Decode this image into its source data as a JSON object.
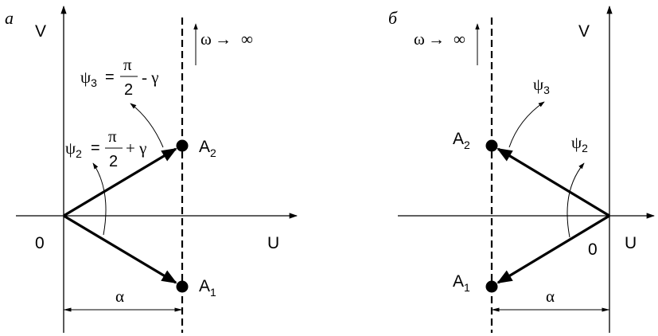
{
  "panel_a": {
    "letter": "а",
    "axis_v": "V",
    "axis_u": "U",
    "origin": "0",
    "omega": "ω",
    "arrow": "→",
    "infinity": "∞",
    "psi3": {
      "psi": "ψ",
      "sub": "3",
      "eq": "=",
      "num": "π",
      "den": "2",
      "rest": "-  γ"
    },
    "psi2": {
      "psi": "ψ",
      "sub": "2",
      "eq": "=",
      "num": "π",
      "den": "2",
      "rest": "+ γ"
    },
    "A2": {
      "name": "A",
      "sub": "2"
    },
    "A1": {
      "name": "A",
      "sub": "1"
    },
    "alpha": "α"
  },
  "panel_b": {
    "letter": "б",
    "axis_v": "V",
    "axis_u": "U",
    "origin": "0",
    "omega": "ω",
    "arrow": "→",
    "infinity": "∞",
    "psi3": {
      "psi": "ψ",
      "sub": "3"
    },
    "psi2": {
      "psi": "ψ",
      "sub": "2"
    },
    "A2": {
      "name": "A",
      "sub": "2"
    },
    "A1": {
      "name": "A",
      "sub": "1"
    },
    "alpha": "α"
  }
}
